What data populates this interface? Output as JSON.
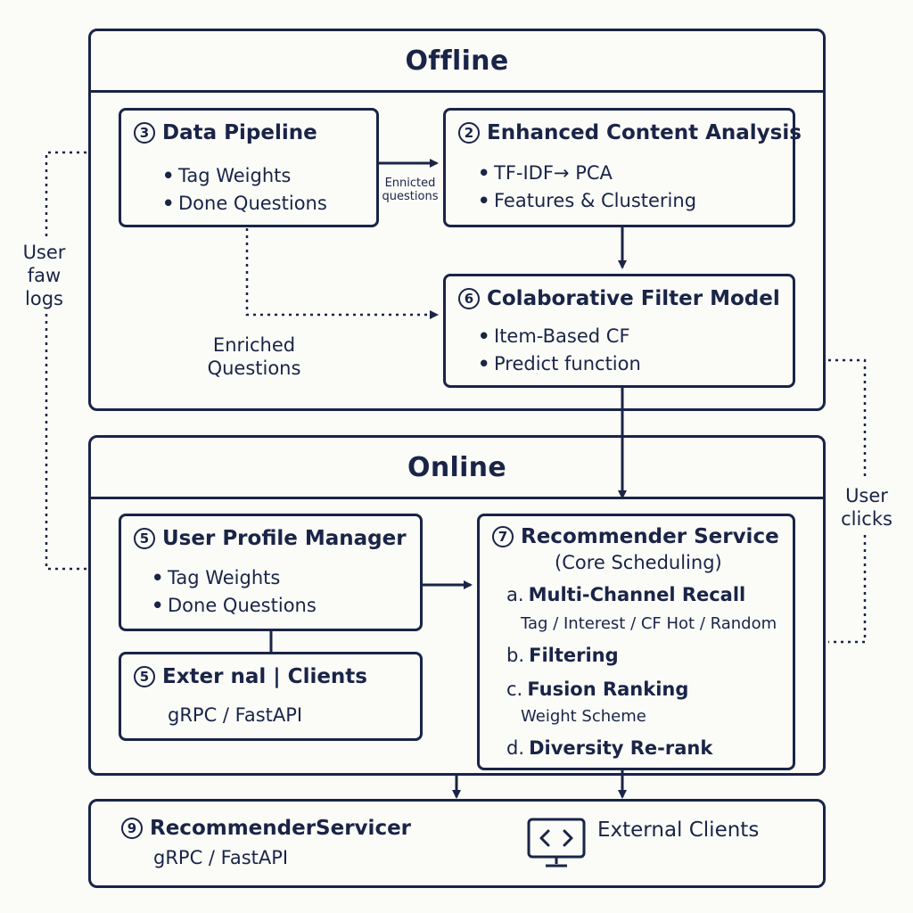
{
  "offline": {
    "title": "Offline"
  },
  "online": {
    "title": "Online"
  },
  "data_pipeline": {
    "number": "3",
    "title": "Data Pipeline",
    "items": [
      "Tag Weights",
      "Done Questions"
    ]
  },
  "content_analysis": {
    "number": "2",
    "title": "Enhanced Content Analysis",
    "items": [
      "TF-IDF→ PCA",
      "Features & Clustering"
    ]
  },
  "cf_model": {
    "number": "6",
    "title": "Colaborative Filter Model",
    "items": [
      "Item-Based CF",
      "Predict function"
    ]
  },
  "user_profile": {
    "number": "5",
    "title": "User Profile Manager",
    "items": [
      "Tag Weights",
      "Done Questions"
    ]
  },
  "external_clients_box": {
    "number": "5",
    "title": "Exter nal | Clients",
    "subtitle": "gRPC / FastAPI"
  },
  "recommender_service": {
    "number": "7",
    "title": "Recommender Service",
    "subtitle": "(Core Scheduling)",
    "steps": [
      {
        "prefix": "a.",
        "label": "Multi-Channel Recall",
        "detail": "Tag / Interest / CF Hot / Random"
      },
      {
        "prefix": "b.",
        "label": "Filtering",
        "detail": ""
      },
      {
        "prefix": "c.",
        "label": "Fusion Ranking",
        "detail": "Weight Scheme"
      },
      {
        "prefix": "d.",
        "label": "Diversity Re-rank",
        "detail": ""
      }
    ]
  },
  "recommender_servicer": {
    "number": "9",
    "title": "RecommenderServicer",
    "subtitle": "gRPC / FastAPI"
  },
  "external_clients_footer": {
    "label": "External Clients",
    "icon": "code-monitor-icon"
  },
  "labels": {
    "enriched_small": "Ennicted\nquestions",
    "enriched_questions": "Enriched\nQuestions",
    "user_raw_logs": "User\nfaw\nlogs",
    "user_clicks": "User\nclicks"
  },
  "colors": {
    "ink": "#1a2447",
    "background": "#fbfbf8"
  }
}
